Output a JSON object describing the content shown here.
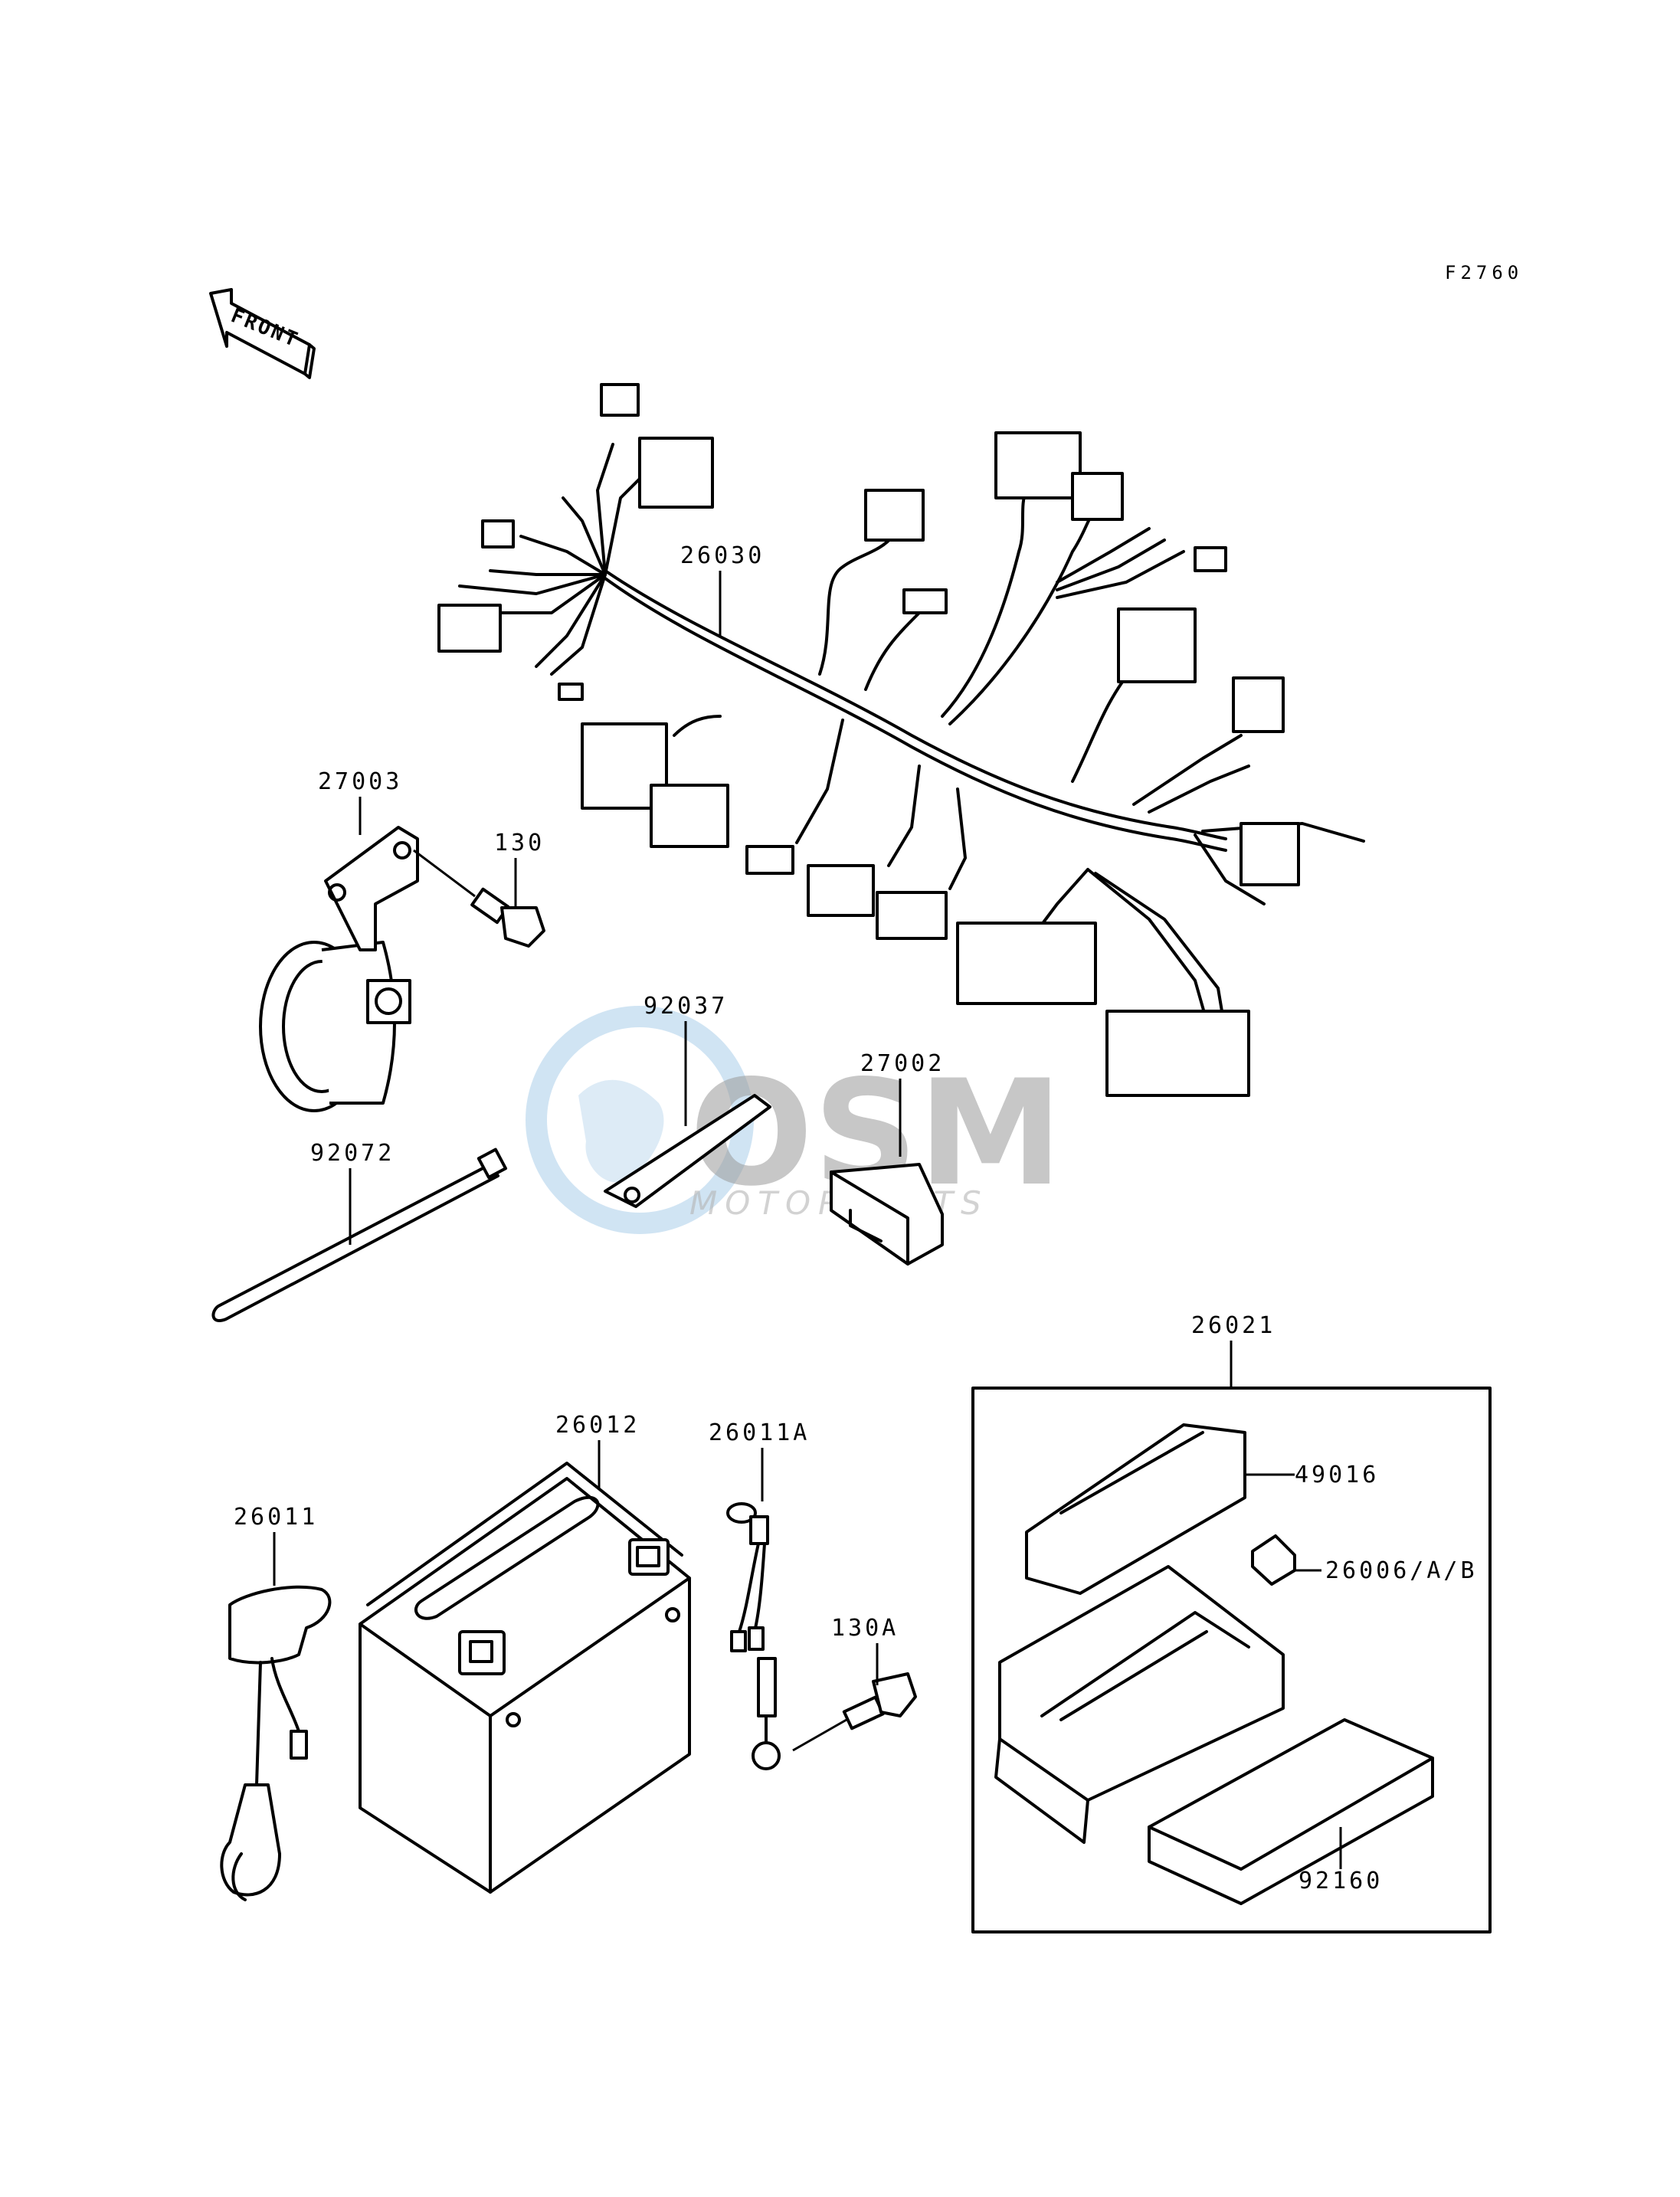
{
  "diagram": {
    "code": "F2760",
    "front_label": "FRONT",
    "watermark": {
      "brand": "OSM",
      "sub": "MOTORPARTS"
    }
  },
  "parts": [
    {
      "id": "26030"
    },
    {
      "id": "27003"
    },
    {
      "id": "130"
    },
    {
      "id": "92037"
    },
    {
      "id": "27002"
    },
    {
      "id": "92072"
    },
    {
      "id": "26021"
    },
    {
      "id": "49016"
    },
    {
      "id": "26006/A/B"
    },
    {
      "id": "92160"
    },
    {
      "id": "26012"
    },
    {
      "id": "26011A"
    },
    {
      "id": "26011"
    },
    {
      "id": "130A"
    }
  ]
}
